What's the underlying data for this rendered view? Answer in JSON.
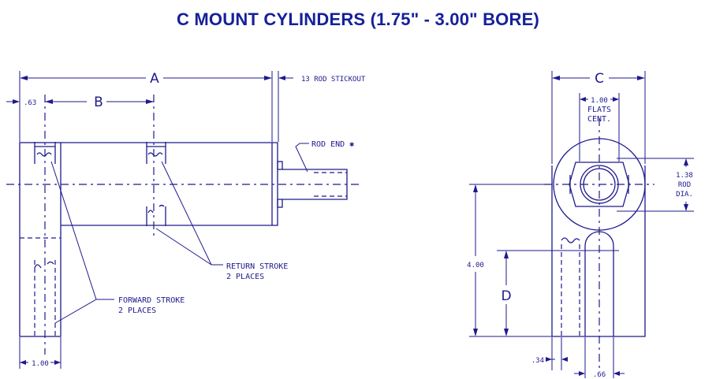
{
  "title": "C MOUNT CYLINDERS (1.75\" - 3.00\" BORE)",
  "side_view": {
    "dim_a": "A",
    "dim_b": "B",
    "dim_063": ".63",
    "rod_stickout": "13 ROD STICKOUT",
    "rod_end": "ROD END ✱",
    "return_stroke_1": "RETURN STROKE",
    "return_stroke_2": "2 PLACES",
    "forward_stroke_1": "FORWARD STROKE",
    "forward_stroke_2": "2 PLACES",
    "dim_100": "1.00"
  },
  "end_view": {
    "dim_c": "C",
    "flats_1": "1.00",
    "flats_2": "FLATS",
    "flats_3": "CENT.",
    "rod_dia_1": "1.38",
    "rod_dia_2": "ROD",
    "rod_dia_3": "DIA.",
    "dim_400": "4.00",
    "dim_d": "D",
    "dim_034": ".34",
    "dim_066": ".66"
  }
}
